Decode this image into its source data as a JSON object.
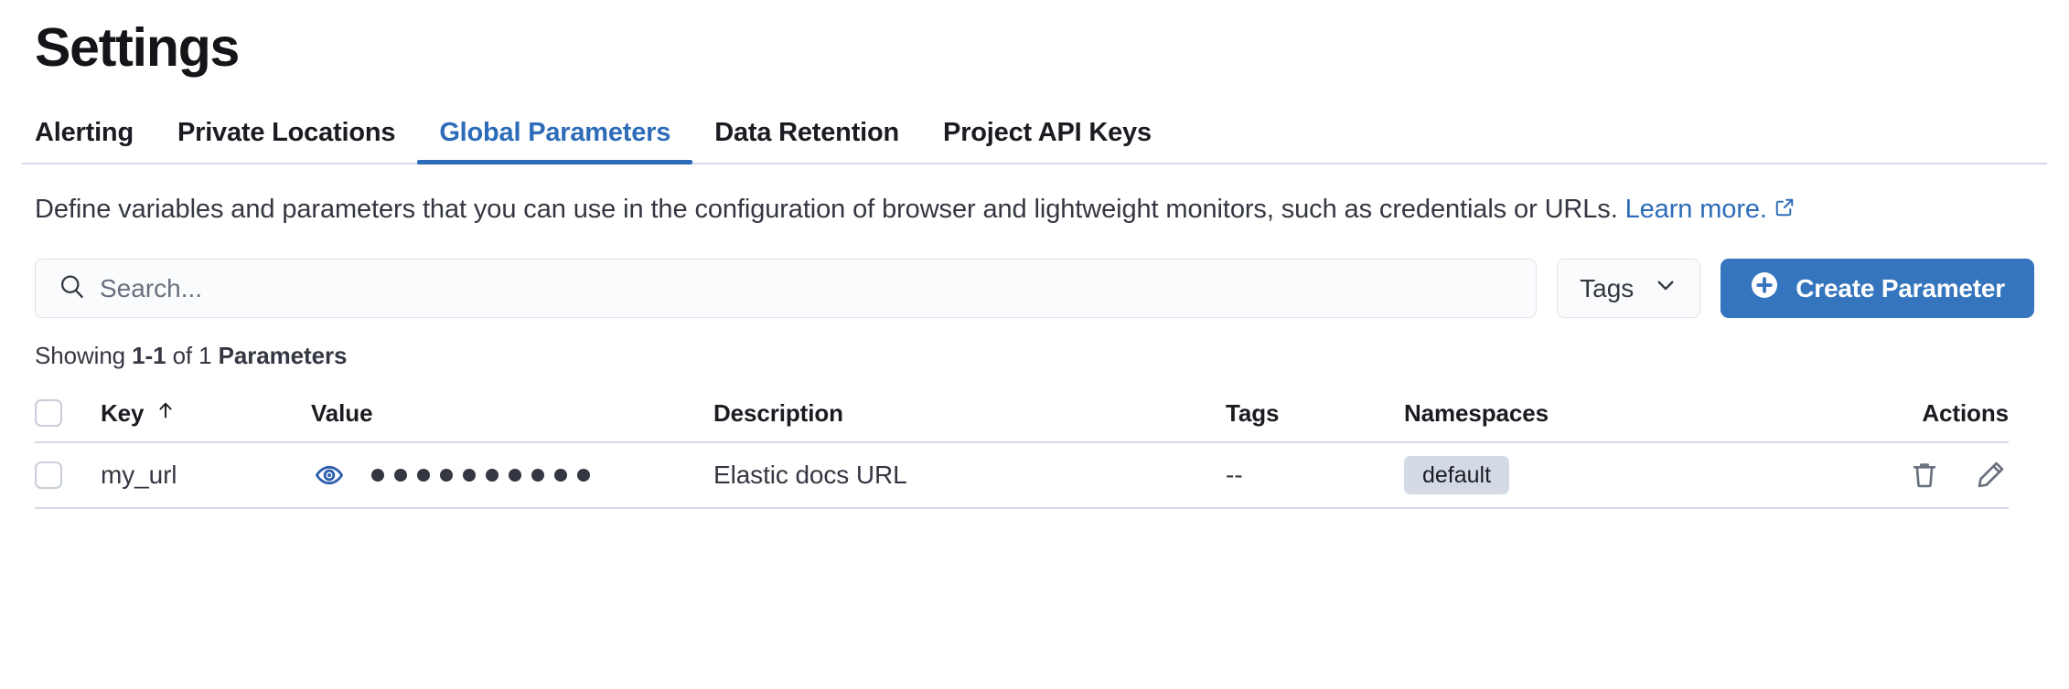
{
  "header": {
    "title": "Settings"
  },
  "tabs": [
    {
      "label": "Alerting",
      "active": false
    },
    {
      "label": "Private Locations",
      "active": false
    },
    {
      "label": "Global Parameters",
      "active": true
    },
    {
      "label": "Data Retention",
      "active": false
    },
    {
      "label": "Project API Keys",
      "active": false
    }
  ],
  "description": {
    "text": "Define variables and parameters that you can use in the configuration of browser and lightweight monitors, such as credentials or URLs.",
    "link_text": "Learn more.",
    "external_link_icon": "external-link-icon"
  },
  "controls": {
    "search_placeholder": "Search...",
    "search_value": "",
    "search_icon": "search-icon",
    "tags_label": "Tags",
    "tags_chevron_icon": "chevron-down-icon",
    "create_label": "Create Parameter",
    "create_icon": "plus-circle-icon",
    "accent_color": "#3575be"
  },
  "results": {
    "showing_prefix": "Showing ",
    "range": "1-1",
    "showing_mid": " of 1 ",
    "noun": "Parameters"
  },
  "table": {
    "columns": [
      {
        "key": "checkbox",
        "label": ""
      },
      {
        "key": "key",
        "label": "Key",
        "sort": "asc",
        "sort_icon": "arrow-up-icon"
      },
      {
        "key": "value",
        "label": "Value"
      },
      {
        "key": "description",
        "label": "Description"
      },
      {
        "key": "tags",
        "label": "Tags"
      },
      {
        "key": "namespaces",
        "label": "Namespaces"
      },
      {
        "key": "actions",
        "label": "Actions"
      }
    ],
    "rows": [
      {
        "selected": false,
        "key": "my_url",
        "value_masked_dots": 10,
        "value_toggle_icon": "eye-icon",
        "value_toggle_color": "#2d5faf",
        "description": "Elastic docs URL",
        "tags": "--",
        "namespaces": [
          "default"
        ],
        "actions": [
          {
            "name": "delete-icon",
            "label": "Delete"
          },
          {
            "name": "edit-icon",
            "label": "Edit"
          }
        ]
      }
    ]
  }
}
